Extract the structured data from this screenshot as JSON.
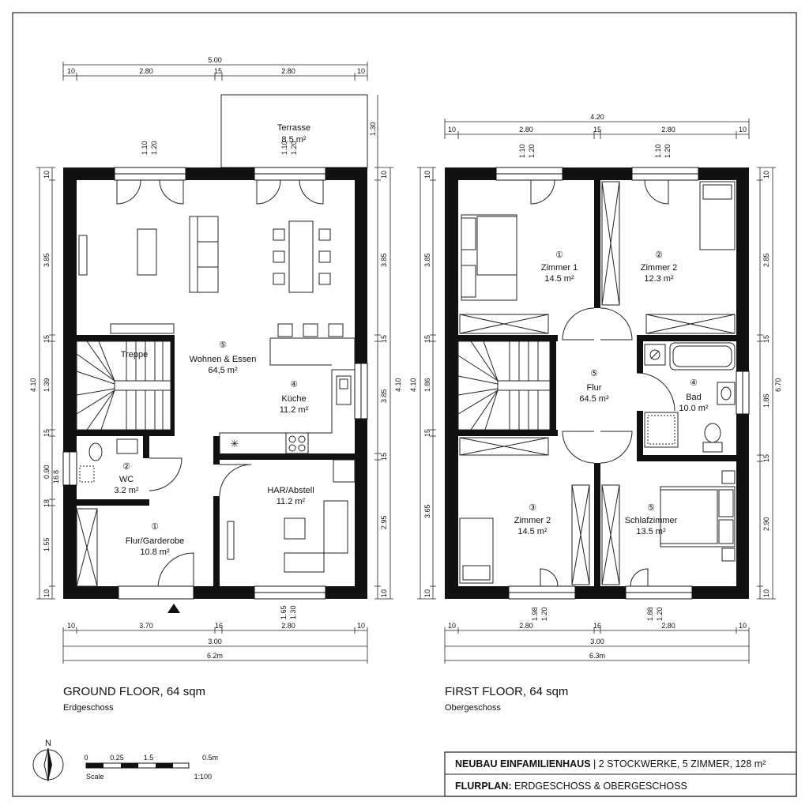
{
  "ground": {
    "caption": "GROUND FLOOR, 64 sqm",
    "subcaption": "Erdgeschoss",
    "terrace": {
      "name": "Terrasse",
      "area": "8.5 m²"
    },
    "rooms": [
      {
        "num": "⑤",
        "name": "Wohnen & Essen",
        "area": "64,5 m²"
      },
      {
        "num": "④",
        "name": "Küche",
        "area": "11.2 m²"
      },
      {
        "num": "②",
        "name": "WC",
        "area": "3.2 m²"
      },
      {
        "num": "①",
        "name": "Flur/Garderobe",
        "area": "10.8 m²"
      },
      {
        "num": "",
        "name": "HAR/Abstell",
        "area": "11.2 m²"
      }
    ],
    "stairs_label": "Treppe",
    "dims_top": {
      "total": "5.00",
      "seg": [
        "10",
        "2.80",
        "15",
        "2.80",
        "10"
      ],
      "win1": [
        "1.10",
        "1.20"
      ],
      "win2": [
        "1.10",
        "1.20"
      ],
      "terrace_depth": "1.30"
    },
    "dims_bottom": {
      "seg": [
        "10",
        "3.70",
        "16",
        "2.80",
        "10"
      ],
      "mid": "3.00",
      "total": "6.2m",
      "win": [
        "1.65",
        "1.30"
      ]
    },
    "dims_left": {
      "total": "4.10",
      "seg": [
        "10",
        "3.85",
        "15",
        "1.39",
        "15",
        "0.90",
        "18",
        "1.55",
        "10"
      ],
      "extra": [
        "8",
        "16"
      ]
    },
    "dims_right": {
      "total": "4.10",
      "seg": [
        "10",
        "3.85",
        "15",
        "3.85",
        "15",
        "2.95",
        "10"
      ]
    }
  },
  "first": {
    "caption": "FIRST FLOOR, 64 sqm",
    "subcaption": "Obergeschoss",
    "rooms": [
      {
        "num": "①",
        "name": "Zimmer 1",
        "area": "14.5 m²"
      },
      {
        "num": "②",
        "name": "Zimmer 2",
        "area": "12.3 m²"
      },
      {
        "num": "⑤",
        "name": "Flur",
        "area": "64.5 m²"
      },
      {
        "num": "④",
        "name": "Bad",
        "area": "10.0 m²"
      },
      {
        "num": "③",
        "name": "Zimmer 2",
        "area": "14.5 m²"
      },
      {
        "num": "⑤",
        "name": "Schlafzimmer",
        "area": "13.5 m²"
      }
    ],
    "dims_top": {
      "total": "4.20",
      "seg": [
        "10",
        "2.80",
        "15",
        "2.80",
        "10"
      ],
      "win1": [
        "1.10",
        "1.20"
      ],
      "win2": [
        "1.10",
        "1.20"
      ]
    },
    "dims_bottom": {
      "seg": [
        "10",
        "2.80",
        "16",
        "2.80",
        "10"
      ],
      "mid": "3.00",
      "total": "6.3m",
      "win1": [
        "1.98",
        "1.20"
      ],
      "win2": [
        "1.88",
        "1.20"
      ]
    },
    "dims_left": {
      "total": "4.10",
      "seg": [
        "10",
        "3.85",
        "15",
        "1.86",
        "15",
        "3.65",
        "10"
      ]
    },
    "dims_right": {
      "total": "6.70",
      "seg": [
        "10",
        "2.85",
        "15",
        "1.85",
        "15",
        "2.90",
        "10"
      ]
    }
  },
  "north": "N",
  "scale": {
    "ticks": [
      "0",
      "0.25",
      "1.5",
      "0.5m"
    ],
    "label": "Scale",
    "ratio": "1:100"
  },
  "titleblock": {
    "line1_bold": "NEUBAU EINFAMILIENHAUS",
    "line1_rest": " | 2 STOCKWERKE, 5 ZIMMER, 128 m²",
    "line2_bold": "FLURPLAN:",
    "line2_rest": " ERDGESCHOSS & OBERGESCHOSS"
  }
}
